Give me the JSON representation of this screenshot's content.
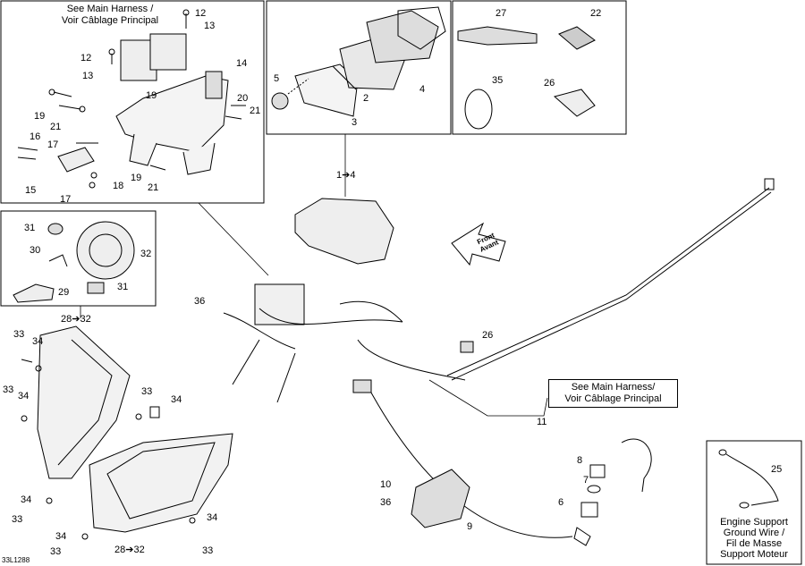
{
  "callouts": {
    "harness_top": [
      "See Main Harness /",
      "Voir Câblage Principal"
    ],
    "harness_right": [
      "See Main Harness/",
      "Voir Câblage Principal"
    ],
    "ground_wire": [
      "Engine Support",
      "Ground Wire /",
      "Fil de Masse",
      "Support Moteur"
    ],
    "front_arrow": [
      "Front",
      "Avant"
    ]
  },
  "ref_code": "33L1288",
  "arrow_labels": {
    "gauge": "1➔4",
    "headlight_top": "28➔32",
    "headlight_bottom": "28➔32"
  },
  "part_numbers": {
    "p12a": "12",
    "p13a": "13",
    "p12b": "12",
    "p13b": "13",
    "p14": "14",
    "p19a": "19",
    "p19b": "19",
    "p21a": "21",
    "p20": "20",
    "p21b": "21",
    "p16": "16",
    "p17a": "17",
    "p15": "15",
    "p17b": "17",
    "p18": "18",
    "p19c": "19",
    "p21c": "21",
    "p5": "5",
    "p2": "2",
    "p3": "3",
    "p4": "4",
    "p27": "27",
    "p22": "22",
    "p35": "35",
    "p26a": "26",
    "p31a": "31",
    "p30": "30",
    "p32": "32",
    "p29": "29",
    "p31b": "31",
    "p36a": "36",
    "p26b": "26",
    "p33a": "33",
    "p34a": "34",
    "p33b": "33",
    "p34b": "34",
    "p33c": "33",
    "p34c": "34",
    "p34d": "34",
    "p33d": "33",
    "p34e": "34",
    "p33e": "33",
    "p34f": "34",
    "p33f": "33",
    "p11": "11",
    "p10": "10",
    "p36b": "36",
    "p9": "9",
    "p8": "8",
    "p7": "7",
    "p6": "6",
    "p25": "25"
  }
}
